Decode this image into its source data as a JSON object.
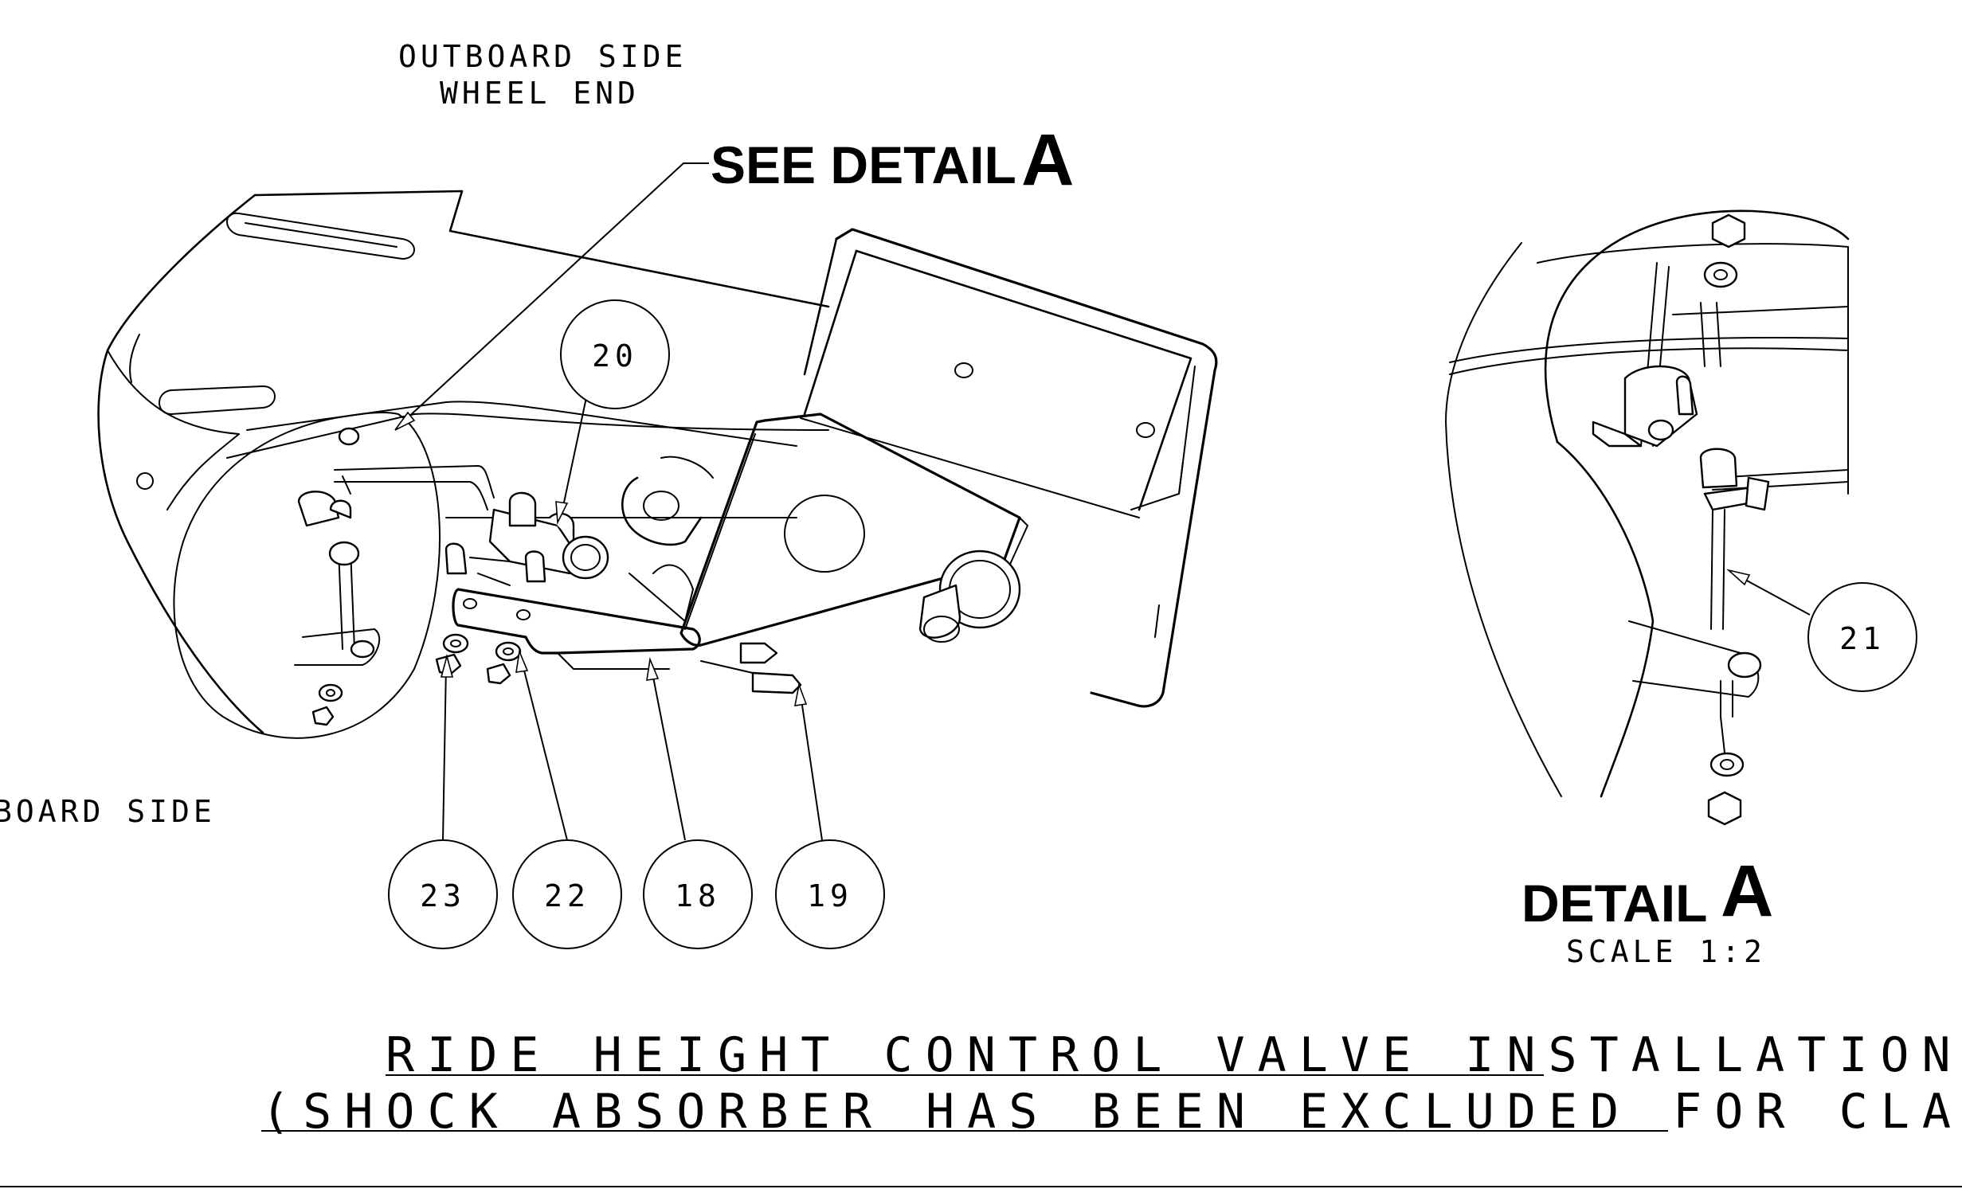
{
  "labels": {
    "outboard_side": "OUTBOARD SIDE",
    "wheel_end": "WHEEL END",
    "see_detail": "SEE DETAIL",
    "see_detail_letter": "A",
    "inboard_side_partial": "BOARD SIDE",
    "detail": "DETAIL",
    "detail_letter": "A",
    "detail_scale": "SCALE  1:2"
  },
  "balloons": [
    {
      "id": "20"
    },
    {
      "id": "23"
    },
    {
      "id": "22"
    },
    {
      "id": "18"
    },
    {
      "id": "19"
    },
    {
      "id": "21"
    }
  ],
  "title": {
    "line1": "RIDE HEIGHT CONTROL VALVE INSTALLATION",
    "line2": "(SHOCK ABSORBER HAS BEEN EXCLUDED FOR CLARITY)"
  },
  "colors": {
    "ink": "#000000",
    "paper": "#ffffff"
  }
}
